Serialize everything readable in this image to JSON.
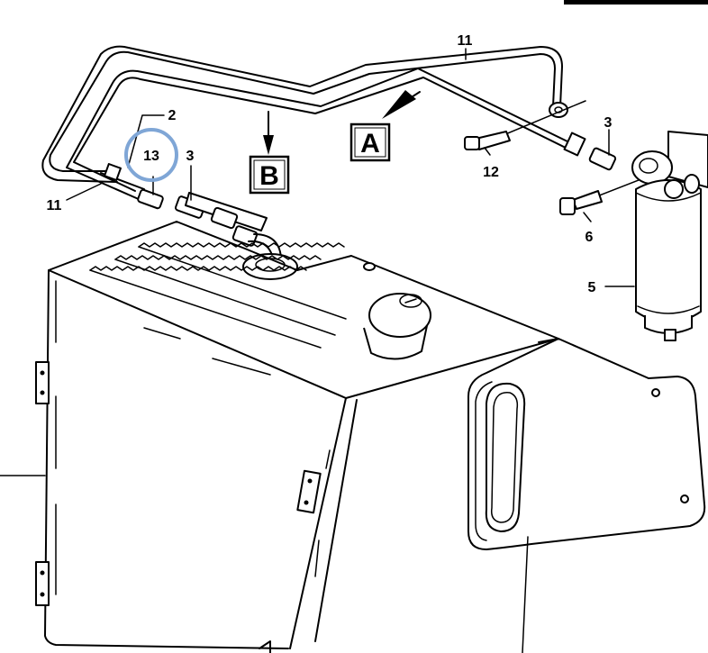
{
  "labels": {
    "l11_top": "11",
    "l11_left": "11",
    "l2": "2",
    "l13": "13",
    "l3_left": "3",
    "l3_right": "3",
    "l12": "12",
    "l6": "6",
    "l5": "5"
  },
  "views": {
    "a": "A",
    "b": "B"
  },
  "colors": {
    "highlight": "#7fa6d6"
  }
}
